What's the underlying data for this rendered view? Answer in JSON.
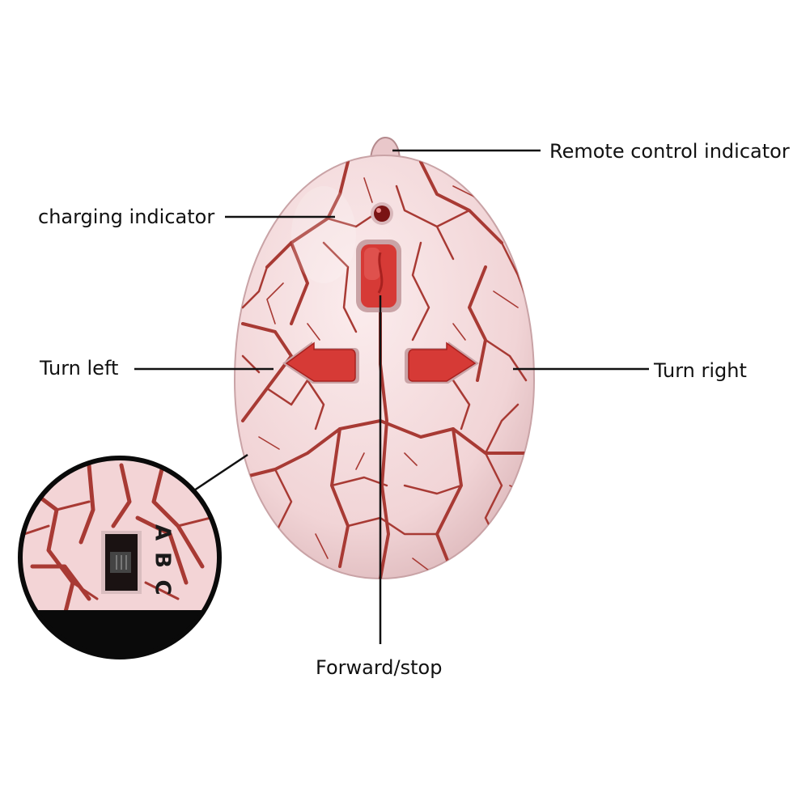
{
  "colors": {
    "shell": "#f3d8da",
    "crack": "#a83a34",
    "button": "#d63a36",
    "button_dark": "#a8211f",
    "indicator": "#7a1414",
    "line": "#111111"
  },
  "labels": {
    "remote_control_indicator": "Remote control indicator",
    "charging_indicator": "charging indicator",
    "turn_left": "Turn left",
    "turn_right": "Turn right",
    "forward_stop": "Forward/stop"
  },
  "switch_channels": [
    "A",
    "B",
    "C"
  ]
}
